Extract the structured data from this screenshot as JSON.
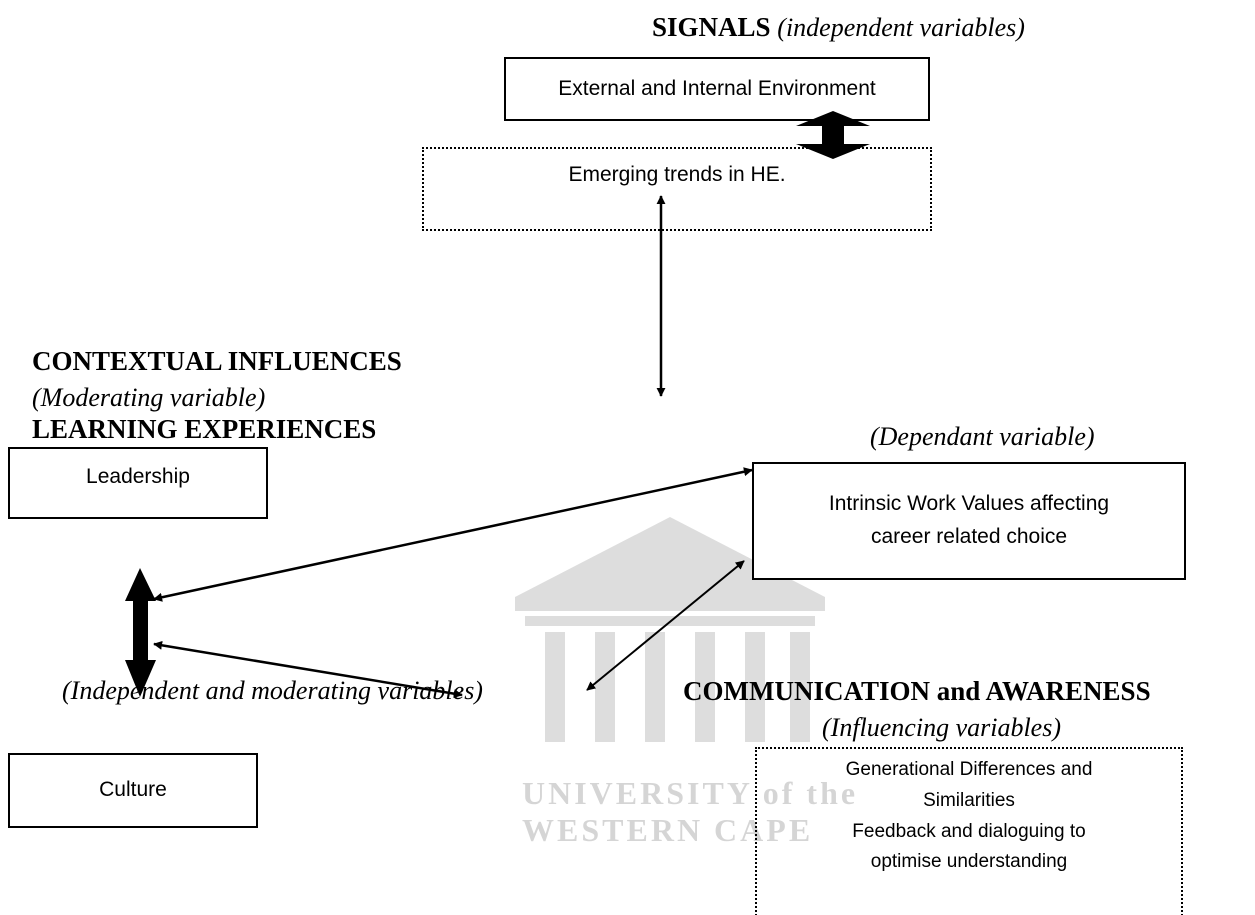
{
  "headings": {
    "signals_title": "SIGNALS",
    "signals_sub": "(independent variables)",
    "contextual_title": "CONTEXTUAL INFLUENCES",
    "contextual_sub": "(Moderating variable)",
    "learning_title": "LEARNING EXPERIENCES",
    "dependant_sub": "(Dependant variable)",
    "independent_moderating": "(Independent and moderating variables)",
    "communication_title": "COMMUNICATION and AWARENESS",
    "influencing_sub": "(Influencing variables)"
  },
  "boxes": {
    "environment": "External and Internal Environment",
    "trends": "Emerging trends in HE.",
    "leadership": "Leadership",
    "values_line1": "Intrinsic Work Values affecting",
    "values_line2": "career related choice",
    "culture": "Culture",
    "comm_line1": "Generational Differences and",
    "comm_line2": "Similarities",
    "comm_line3": "Feedback and dialoguing to",
    "comm_line4": "optimise understanding"
  },
  "watermark": {
    "line1": "UNIVERSITY of the",
    "line2": "WESTERN CAPE"
  },
  "colors": {
    "ink": "#000000",
    "background": "#ffffff"
  }
}
